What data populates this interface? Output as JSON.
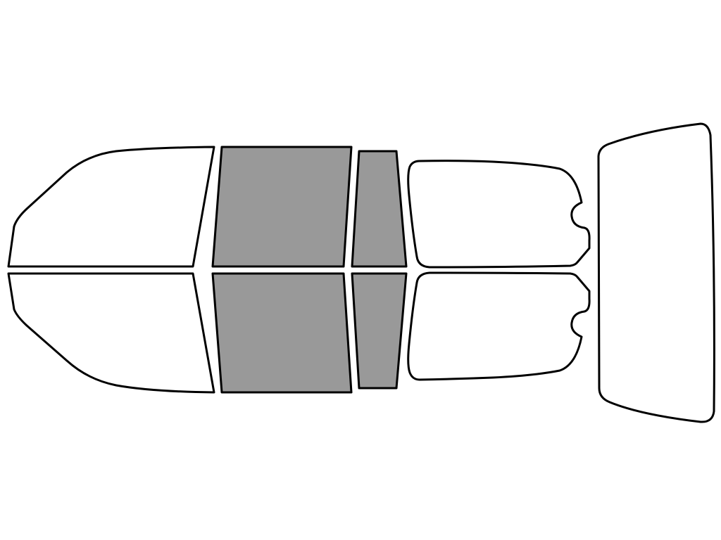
{
  "diagram": {
    "colors": {
      "background": "#ffffff",
      "outline": "#000000",
      "selected_fill": "#999999",
      "unselected_fill": "#ffffff"
    },
    "panes": [
      {
        "id": "windshield-upper",
        "selected": false
      },
      {
        "id": "windshield-lower",
        "selected": false
      },
      {
        "id": "front-door-window-upper",
        "selected": true
      },
      {
        "id": "front-door-window-lower",
        "selected": true
      },
      {
        "id": "rear-door-window-upper",
        "selected": true
      },
      {
        "id": "rear-door-window-lower",
        "selected": true
      },
      {
        "id": "rear-quarter-window-upper",
        "selected": false
      },
      {
        "id": "rear-quarter-window-lower",
        "selected": false
      },
      {
        "id": "rear-window",
        "selected": false
      }
    ]
  }
}
